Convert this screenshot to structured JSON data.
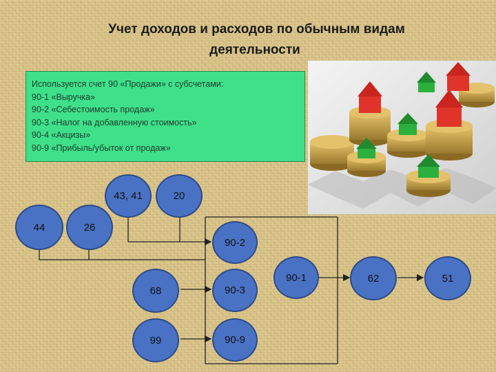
{
  "title": {
    "line1": "Учет доходов и расходов по обычным видам",
    "line2": "деятельности"
  },
  "info_box": {
    "lines": [
      "Используется счет 90 «Продажи» с субсчетами:",
      "90-1 «Выручка»",
      "90-2 «Себестоимость продаж»",
      "90-3 «Налог на добавленную стоимость»",
      "90-4 «Акцизы»",
      "90-9 «Прибыль/убыток от продаж»"
    ]
  },
  "nodes": {
    "n44": "44",
    "n26": "26",
    "n4341": "43, 41",
    "n20": "20",
    "n902": "90-2",
    "n68": "68",
    "n903": "90-3",
    "n99": "99",
    "n909": "90-9",
    "n901": "90-1",
    "n62": "62",
    "n51": "51"
  },
  "colors": {
    "node_fill": "#4a72c4",
    "info_fill": "#3ee08a",
    "background": "#d9c48a"
  }
}
